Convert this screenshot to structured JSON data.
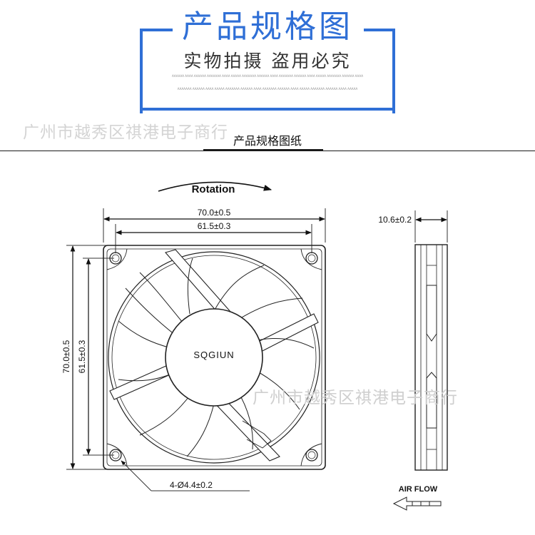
{
  "header": {
    "title": "产品规格图",
    "subtitle": "实物拍摄 盗用必究",
    "fine_print_1": "AAAAAA AAAA AAAAAA AAAAAAA AAAA AAAAA AAAAAAA AAAAAA AAAA AAAAAAA AAAAAA AAAA AAAAA AAAAAAA AAAAAA AAAA",
    "fine_print_2": "AAAAAAA AAAAAA AAAA AAAAA AAAAAAA AAAAAA AAAA AAAAAAA AAAAAA AAAA AAAAA AAAAAAA AAAAAA AAAA AAAAA",
    "accent_color": "#2f6fd6"
  },
  "watermark": "广州市越秀区祺港电子商行",
  "section_label": "产品规格图纸",
  "diagram": {
    "rotation_label": "Rotation",
    "brand_label": "SQGIUN",
    "dims": {
      "overall_width": "70.0±0.5",
      "hole_spacing_width": "61.5±0.3",
      "overall_height": "70.0±0.5",
      "hole_spacing_height": "61.5±0.3",
      "thickness": "10.6±0.2",
      "holes": "4-Ø4.4±0.2"
    },
    "airflow_label": "AIR FLOW"
  }
}
